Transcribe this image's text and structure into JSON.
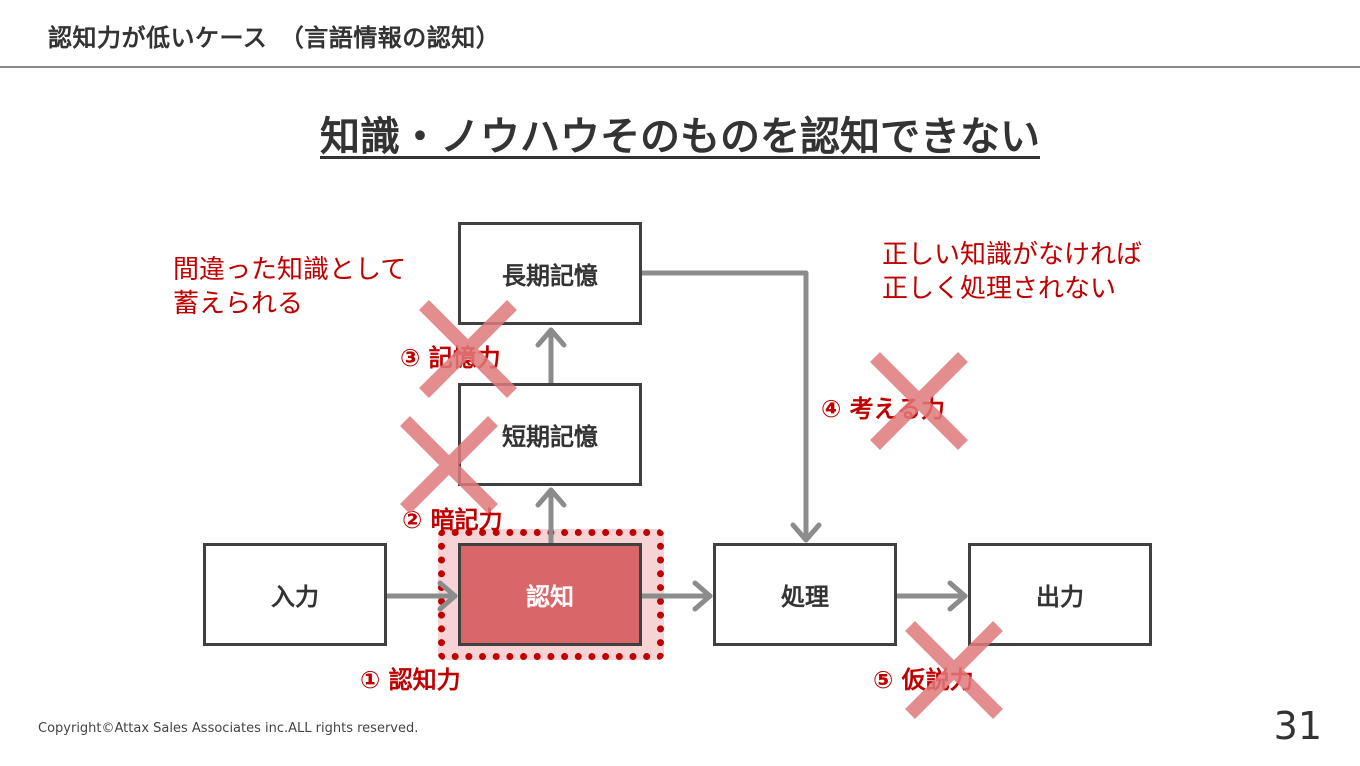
{
  "header": {
    "title": "認知力が低いケース　（言語情報の認知）"
  },
  "main_title": "知識・ノウハウそのものを認知できない",
  "boxes": {
    "input": "入力",
    "cognition": "認知",
    "processing": "処理",
    "output": "出力",
    "short_term": "短期記憶",
    "long_term": "長期記憶"
  },
  "notes": {
    "left_line1": "間違った知識として",
    "left_line2": "蓄えられる",
    "right_line1": "正しい知識がなければ",
    "right_line2": "正しく処理されない"
  },
  "abilities": {
    "a1": "① 認知力",
    "a2": "② 暗記力",
    "a3": "③ 記憶力",
    "a4": "④ 考える力",
    "a5": "⑤ 仮説力"
  },
  "footer": {
    "copyright": "Copyright©Attax Sales Associates inc.ALL rights reserved.",
    "page_number": "31"
  },
  "colors": {
    "accent_red": "#c00000",
    "highlight_fill": "#d9676a",
    "cross_color": "#e07a7c",
    "arrow_gray": "#8c8c8c"
  }
}
